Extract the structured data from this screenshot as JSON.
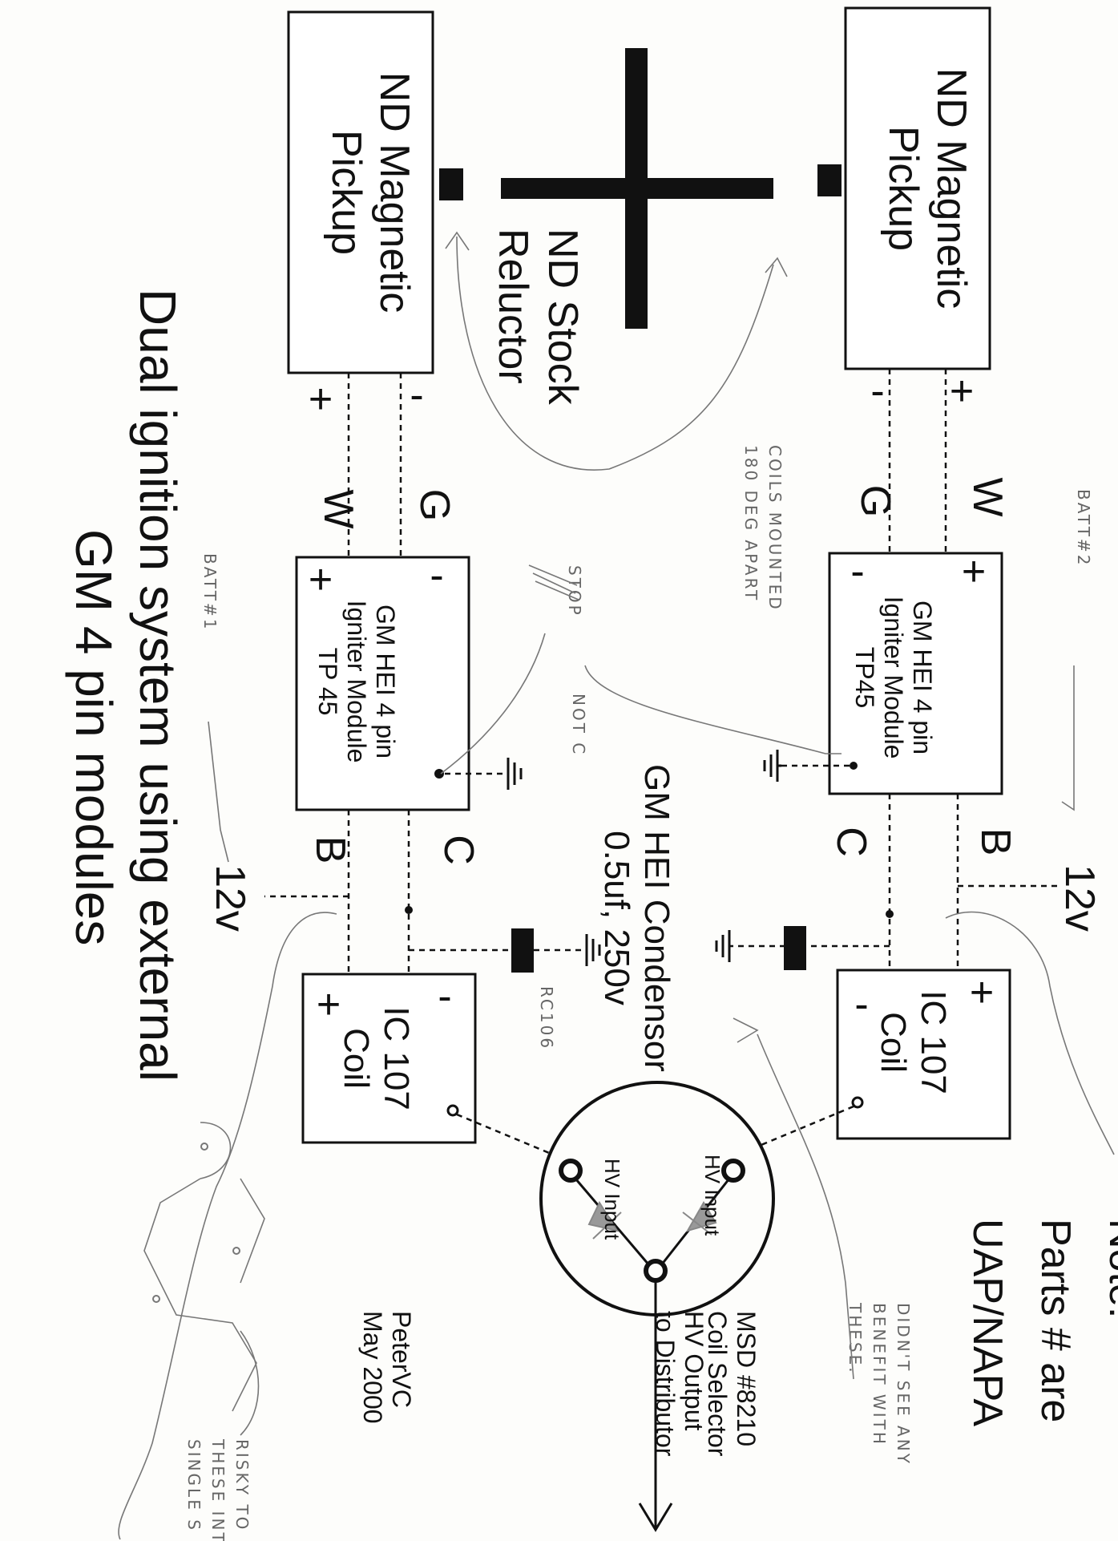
{
  "pickup_right": {
    "line1": "ND Magnetic",
    "line2": "Pickup"
  },
  "pickup_left": {
    "line1": "ND Magnetic",
    "line2": "Pickup"
  },
  "reluctor": {
    "line1": "ND Stock",
    "line2": "Reluctor"
  },
  "terminals": {
    "plus": "+",
    "minus": "-",
    "W": "W",
    "G": "G",
    "B": "B",
    "C": "C"
  },
  "module_right": {
    "line1": "GM HEI 4 pin",
    "line2": "Igniter Module",
    "line3": "TP45"
  },
  "module_left": {
    "line1": "GM HEI 4 pin",
    "line2": "Igniter Module",
    "line3": "TP 45"
  },
  "supply": {
    "right": "12v",
    "left": "12v"
  },
  "condensor": {
    "line1": "GM HEI Condensor",
    "line2": "0.5uf, 250v"
  },
  "coil_right": {
    "line1": "IC 107",
    "line2": "Coil"
  },
  "coil_left": {
    "line1": "IC 107",
    "line2": "Coil"
  },
  "selector": {
    "hv_input": "HV Input",
    "line1": "MSD #8210",
    "line2": "Coil Selector"
  },
  "output": {
    "line1": "HV Output",
    "line2": "to Distributor"
  },
  "author": {
    "line1": "PeterVC",
    "line2": "May 2000"
  },
  "note": {
    "line1": "Note:",
    "line2": "Parts # are",
    "line3": "UAP/NAPA"
  },
  "title": {
    "line1": "Dual ignition system using external",
    "line2": "GM 4 pin modules"
  },
  "handwritten": {
    "batt2": "BATT#2",
    "batt1": "BATT#1",
    "coils1": "COILS MOUNTED",
    "coils2": "180 DEG APART",
    "stop": "STOP",
    "notc": "NOT C",
    "rc106": "RC106",
    "didnt1": "DIDN'T SEE ANY",
    "didnt2": "BENEFIT WITH",
    "didnt3": "THESE.",
    "risky1": "RISKY TO",
    "risky2": "THESE INTO",
    "risky3": "SINGLE S"
  }
}
